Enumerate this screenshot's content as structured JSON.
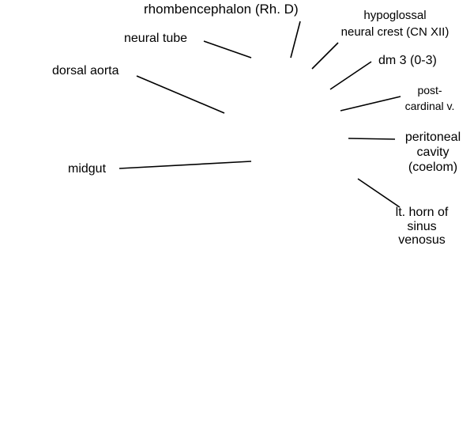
{
  "colors": {
    "background": "#ffffff",
    "text": "#000000",
    "line": "#000000"
  },
  "labels": {
    "rhombencephalon": "rhombencephalon (Rh. D)",
    "hypoglossal": [
      "hypoglossal",
      "neural crest (CN XII)"
    ],
    "neural_tube": "neural tube",
    "dm3": "dm 3 (0-3)",
    "dorsal_aorta": "dorsal aorta",
    "post_cardinal": [
      "post-",
      "cardinal v."
    ],
    "peritoneal": [
      "peritoneal",
      "cavity",
      "(coelom)"
    ],
    "midgut": "midgut",
    "sinus_venosus": [
      "lt. horn of",
      "sinus",
      "venosus"
    ]
  }
}
